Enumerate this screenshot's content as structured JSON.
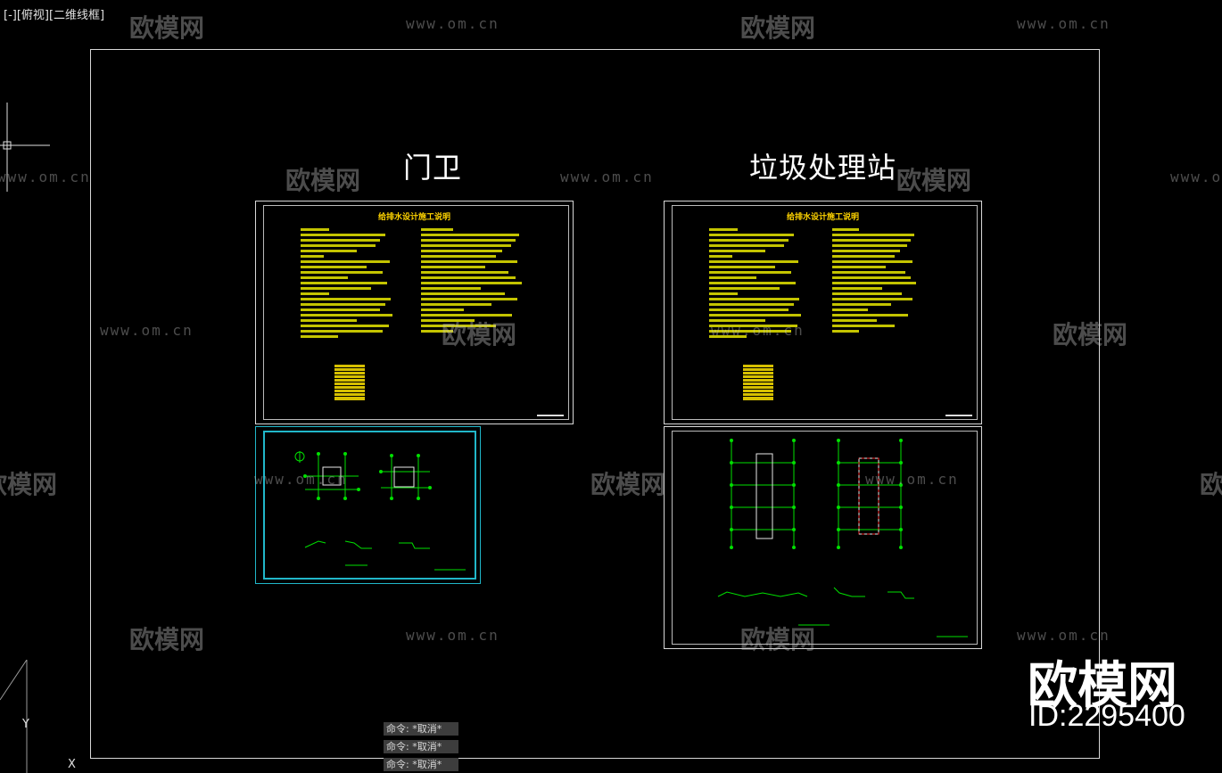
{
  "viewport": {
    "label": "[-][俯视][二维线框]"
  },
  "groups": [
    {
      "title": "门卫"
    },
    {
      "title": "垃圾处理站"
    }
  ],
  "sheets": {
    "guard_notes_heading": "给排水设计施工说明",
    "waste_notes_heading": "给排水设计施工说明"
  },
  "command_history": [
    "命令: *取消*",
    "命令: *取消*",
    "命令: *取消*"
  ],
  "ucs": {
    "y_label": "Y",
    "x_label": "X"
  },
  "watermark": {
    "logo_text": "欧模网",
    "url_text": "www.om.cn",
    "brand": "欧模网",
    "id_text": "ID:2295400"
  },
  "colors": {
    "background": "#000000",
    "frame": "#d8d8d8",
    "selection": "#21b7c9",
    "notes_text": "#e6e600",
    "plan_lines": "#00e000",
    "plan_walls": "#e8e8e8",
    "dimension_red": "#ff3030"
  }
}
